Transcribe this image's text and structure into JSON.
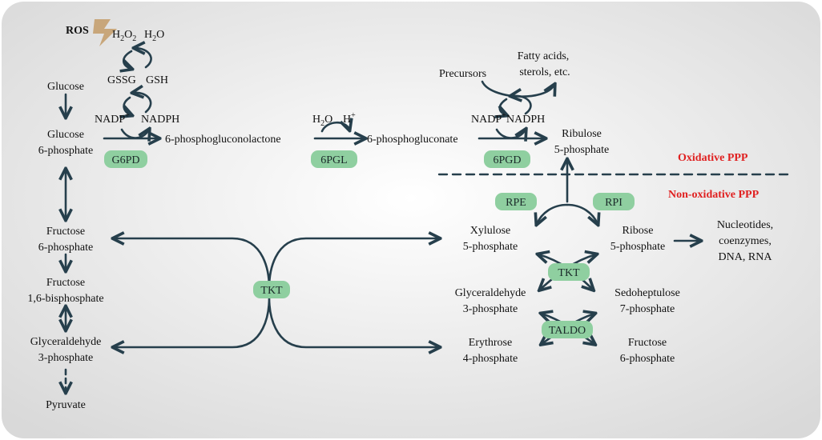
{
  "colors": {
    "background_gradient_inner": "#ffffff",
    "background_gradient_outer": "#dcdcdc",
    "arrow": "#263f4c",
    "enzyme_fill": "#8fcfa0",
    "label_red": "#e02020",
    "lightning": "#c8a67a"
  },
  "glycolysis": {
    "glucose": "Glucose",
    "g6p_line1": "Glucose",
    "g6p_line2": "6-phosphate",
    "f6p_line1": "Fructose",
    "f6p_line2": "6-phosphate",
    "f16bp_line1": "Fructose",
    "f16bp_line2": "1,6-bisphosphate",
    "g3p_line1": "Glyceraldehyde",
    "g3p_line2": "3-phosphate",
    "pyruvate": "Pyruvate"
  },
  "redox": {
    "ros": "ROS",
    "h2o2": "H",
    "h2o2_sub1": "2",
    "h2o2_o": "O",
    "h2o2_sub2": "2",
    "h2o": "H",
    "h2o_sub": "2",
    "h2o_o": "O",
    "gssg": "GSSG",
    "gsh": "GSH",
    "nadp": "NADP",
    "nadp_sup": "+",
    "nadph": "NADPH"
  },
  "oxidative": {
    "pgl_product": "6-phosphogluconolactone",
    "water_h": "H",
    "water_sub": "2",
    "water_o": "O",
    "proton": "H",
    "proton_sup": "+",
    "pg_product": "6-phosphogluconate",
    "precursors": "Precursors",
    "fatty_line1": "Fatty acids,",
    "fatty_line2": "sterols, etc.",
    "nadp": "NADP",
    "nadp_sup": "+",
    "nadph": "NADPH",
    "ru5p_line1": "Ribulose",
    "ru5p_line2": "5-phosphate"
  },
  "phase_labels": {
    "oxidative": "Oxidative PPP",
    "non_oxidative": "Non-oxidative PPP"
  },
  "non_oxidative": {
    "xu5p_line1": "Xylulose",
    "xu5p_line2": "5-phosphate",
    "r5p_line1": "Ribose",
    "r5p_line2": "5-phosphate",
    "nucleotides_line1": "Nucleotides,",
    "nucleotides_line2": "coenzymes,",
    "nucleotides_line3": "DNA, RNA",
    "g3p_line1": "Glyceraldehyde",
    "g3p_line2": "3-phosphate",
    "s7p_line1": "Sedoheptulose",
    "s7p_line2": "7-phosphate",
    "e4p_line1": "Erythrose",
    "e4p_line2": "4-phosphate",
    "f6p_line1": "Fructose",
    "f6p_line2": "6-phosphate"
  },
  "enzymes": {
    "g6pd": "G6PD",
    "pgl": "6PGL",
    "pgd": "6PGD",
    "rpe": "RPE",
    "rpi": "RPI",
    "tkt_left": "TKT",
    "tkt_right": "TKT",
    "taldo": "TALDO"
  }
}
